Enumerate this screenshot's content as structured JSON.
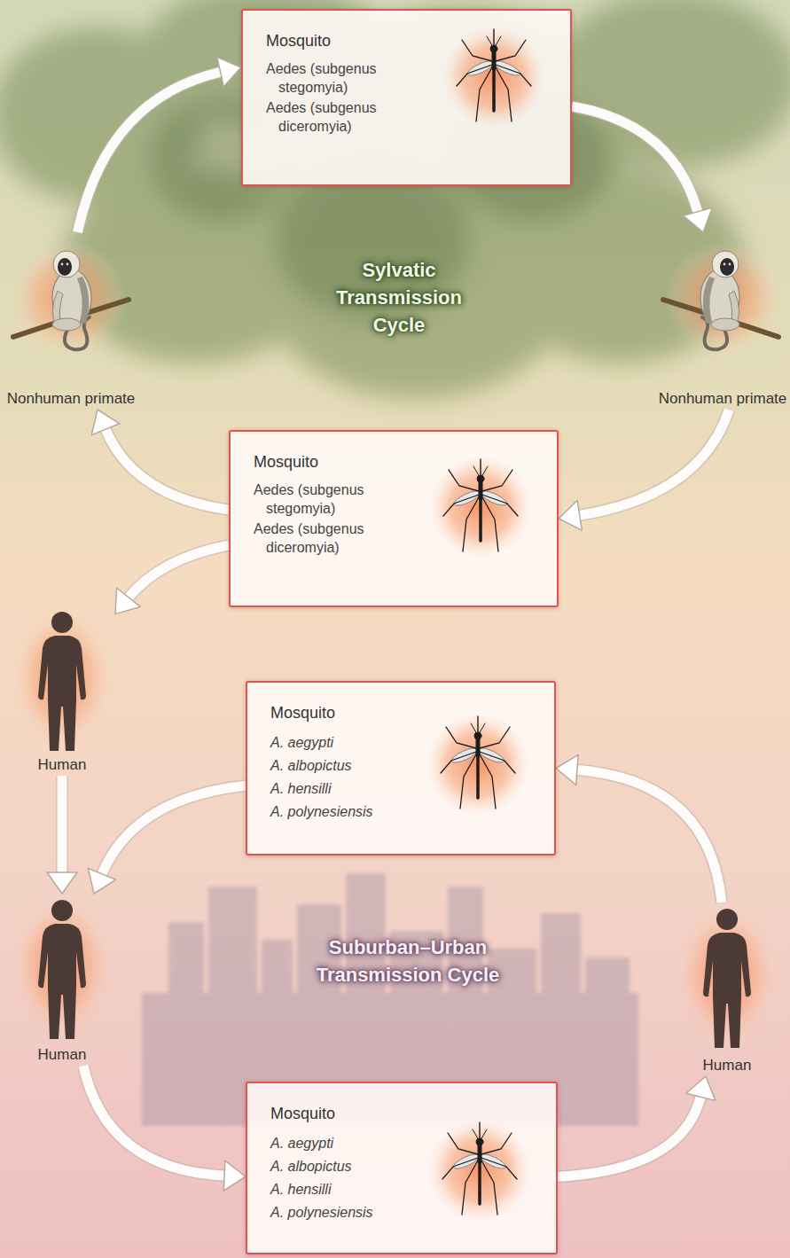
{
  "diagram": {
    "nodes": [
      {
        "text": [
          "Mosquito",
          "Aedes (subgenus stegomyia)",
          "Aedes (subgenus diceromyia)"
        ]
      },
      {
        "text": [
          "Nonhuman primate"
        ]
      },
      {
        "text": [
          "Nonhuman primate"
        ]
      },
      {
        "text": [
          "Mosquito",
          "Aedes (subgenus stegomyia)",
          "Aedes (subgenus diceromyia)"
        ]
      },
      {
        "text": [
          "Human"
        ]
      },
      {
        "text": [
          "Mosquito",
          "A. aegypti",
          "A. albopictus",
          "A. hensilli",
          "A. polynesiensis"
        ]
      },
      {
        "text": [
          "Human"
        ]
      },
      {
        "text": [
          "Human"
        ]
      },
      {
        "text": [
          "Mosquito",
          "A. aegypti",
          "A. albopictus",
          "A. hensilli",
          "A. polynesiensis"
        ]
      }
    ],
    "edges": [
      {
        "from": 1,
        "to": 0,
        "arrow": "to"
      },
      {
        "from": 0,
        "to": 2,
        "arrow": "to"
      },
      {
        "from": 2,
        "to": 3,
        "arrow": "to"
      },
      {
        "from": 3,
        "to": 1,
        "arrow": "to"
      },
      {
        "from": 3,
        "to": 4,
        "arrow": "to"
      },
      {
        "from": 4,
        "to": 6,
        "arrow": "to"
      },
      {
        "from": 7,
        "to": 5,
        "arrow": "to"
      },
      {
        "from": 5,
        "to": 6,
        "arrow": "to"
      },
      {
        "from": 6,
        "to": 8,
        "arrow": "to"
      },
      {
        "from": 8,
        "to": 7,
        "arrow": "to"
      }
    ],
    "labels": [
      "Sylvatic Transmission Cycle",
      "Suburban–Urban Transmission Cycle"
    ]
  }
}
